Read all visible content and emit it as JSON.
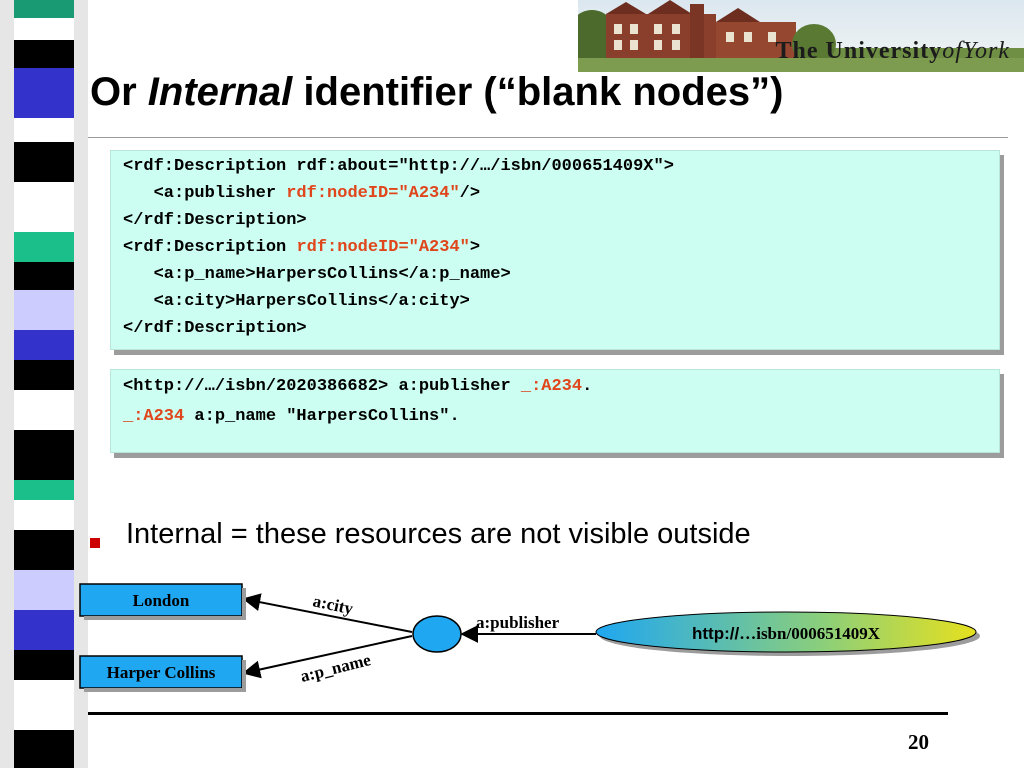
{
  "slide": {
    "title_prefix": "Or ",
    "title_emphasis": "Internal",
    "title_suffix": " identifier (“blank nodes”)",
    "page_number": "20"
  },
  "logo": {
    "the": "The",
    "university": "University",
    "of": "of",
    "york": "York"
  },
  "code_block_1": {
    "line1": "<rdf:Description rdf:about=\"http://…/isbn/000651409X\">",
    "line2_pre": "   <a:publisher ",
    "line2_hl": "rdf:nodeID=\"A234\"",
    "line2_post": "/>",
    "line3": "</rdf:Description>",
    "line4_pre": "<rdf:Description ",
    "line4_hl": "rdf:nodeID=\"A234\"",
    "line4_post": ">",
    "line5": "   <a:p_name>HarpersCollins</a:p_name>",
    "line6": "   <a:city>HarpersCollins</a:city>",
    "line7": "</rdf:Description>"
  },
  "code_block_2": {
    "line1_pre": "<http://…/isbn/2020386682> a:publisher ",
    "line1_hl": "_:A234",
    "line1_post": ".",
    "line2_hl": "_:A234",
    "line2_post": " a:p_name \"HarpersCollins\"."
  },
  "bullet": {
    "text": "Internal = these resources are not visible outside"
  },
  "diagram": {
    "node_london": "London",
    "node_harper": "Harper Collins",
    "edge_city": "a:city",
    "edge_pname": "a:p_name",
    "edge_publisher": "a:publisher",
    "node_uri_prefix": "http://",
    "node_uri_rest": "…isbn/000651409X"
  },
  "colors": {
    "code_background": "#ccfff2",
    "highlight": "#e0461c",
    "bullet": "#cc0000",
    "box_node_fill": "#1fa7f2",
    "blank_node_fill": "#1fa7f2"
  }
}
